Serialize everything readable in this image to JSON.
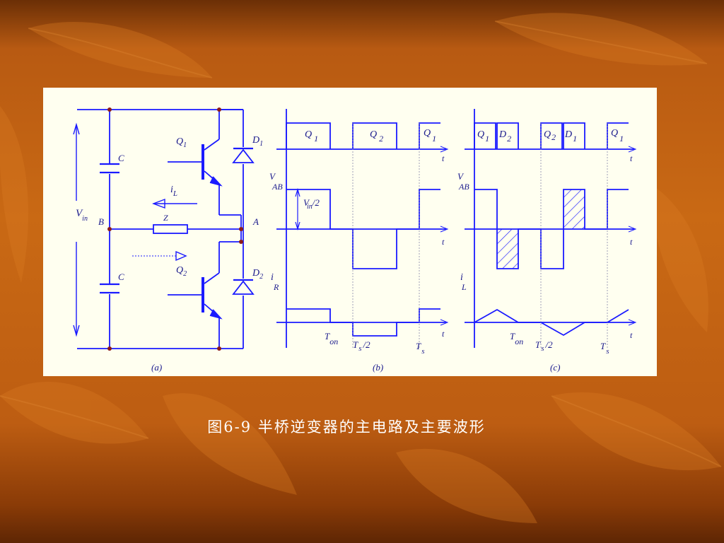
{
  "caption": "图6-9 半桥逆变器的主电路及主要波形",
  "colors": {
    "circuit": "#1a1aff",
    "label": "#1a1a8c",
    "node": "#8b1a1a",
    "panel": "#fffff0"
  },
  "panel_a": {
    "label": "(a)",
    "vin": "V",
    "vin_sub": "in",
    "cap_top": "C",
    "cap_bottom": "C",
    "node_b": "B",
    "node_a": "A",
    "load": "Z",
    "q1": "Q",
    "q1_sub": "1",
    "q2": "Q",
    "q2_sub": "2",
    "d1": "D",
    "d1_sub": "1",
    "d2": "D",
    "d2_sub": "2",
    "il": "i",
    "il_sub": "L"
  },
  "panel_b": {
    "label": "(b)",
    "q1": "Q",
    "q1_sub": "1",
    "q2": "Q",
    "q2_sub": "2",
    "q1b": "Q",
    "q1b_sub": "1",
    "vab": "V",
    "vab_sub": "AB",
    "vin2": "V",
    "vin2_sub": "in",
    "vin2_suffix": "/2",
    "ir": "i",
    "ir_sub": "R",
    "t": "t",
    "ton": "T",
    "ton_sub": "on",
    "ts2": "T",
    "ts2_sub": "s",
    "ts2_suffix": "/2",
    "ts": "T",
    "ts_sub": "s"
  },
  "panel_c": {
    "label": "(c)",
    "q1": "Q",
    "q1_sub": "1",
    "d2": "D",
    "d2_sub": "2",
    "q2": "Q",
    "q2_sub": "2",
    "d1": "D",
    "d1_sub": "1",
    "q1b": "Q",
    "q1b_sub": "1",
    "vab": "V",
    "vab_sub": "AB",
    "il": "i",
    "il_sub": "L",
    "t": "t",
    "ton": "T",
    "ton_sub": "on",
    "ts2": "T",
    "ts2_sub": "s",
    "ts2_suffix": "/2",
    "ts": "T",
    "ts_sub": "s"
  }
}
